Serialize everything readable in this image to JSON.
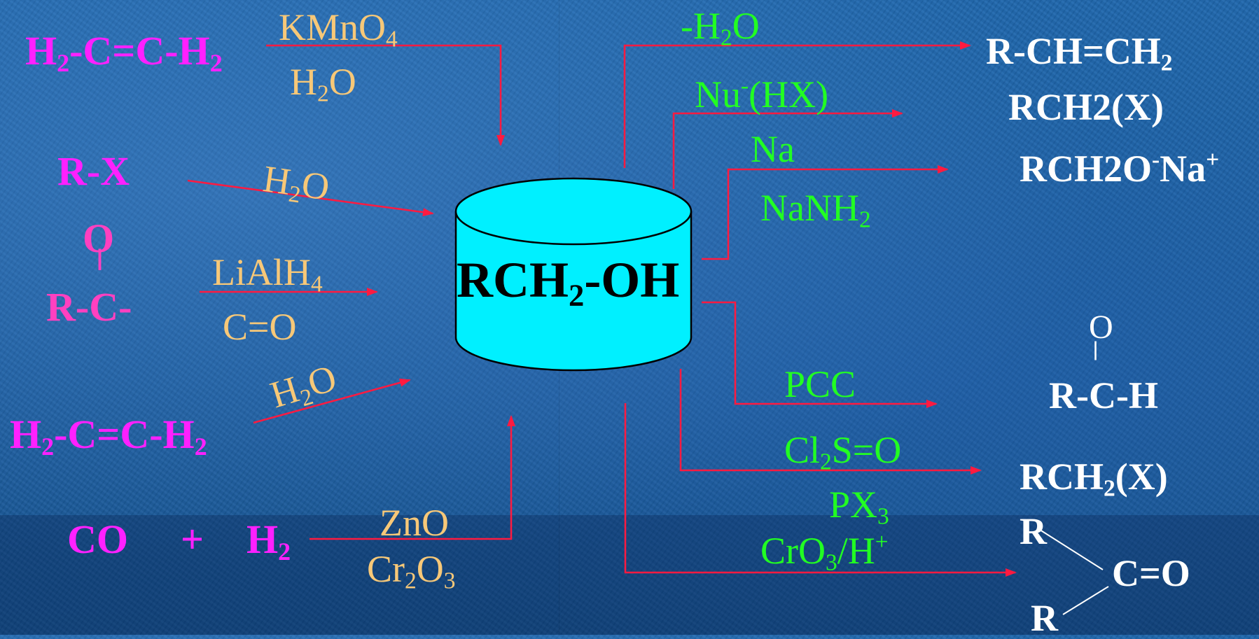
{
  "reactants": {
    "ethylene_1": {
      "a": "H",
      "s1": "2",
      "b": "-C=C-H",
      "s2": "2"
    },
    "rx": "R-X",
    "carbonyl_o": "O",
    "carbonyl_bond": "||",
    "carbonyl_rc": "R-C-",
    "ethylene_2": {
      "a": "H",
      "s1": "2",
      "b": "-C=C-H",
      "s2": "2"
    },
    "co": "CO",
    "plus": "+",
    "h2": {
      "a": "H",
      "s": "2"
    }
  },
  "reagents_in": {
    "kmno4": {
      "a": "KMnO",
      "s": "4"
    },
    "h2o_1": {
      "a": "H",
      "s": "2",
      "b": "O"
    },
    "h2o_2": {
      "a": "H",
      "s": "2",
      "b": "O"
    },
    "lialh4": {
      "a": "LiAlH",
      "s": "4"
    },
    "co_label": "C=O",
    "h2o_3": {
      "a": "H",
      "s": "2",
      "b": "O"
    },
    "zno": "ZnO",
    "cr2o3": {
      "a": "Cr",
      "s1": "2",
      "b": "O",
      "s2": "3"
    }
  },
  "center": {
    "a": "RCH",
    "s": "2",
    "b": "-OH"
  },
  "reagents_out": {
    "dehydration": {
      "a": "-H",
      "s": "2",
      "b": "O"
    },
    "nu_hx": {
      "a": "Nu",
      "sup": "-",
      "b": "(HX)"
    },
    "na": "Na",
    "nanh2": {
      "a": "NaNH",
      "s": "2"
    },
    "pcc": "PCC",
    "cl2so": {
      "a": "Cl",
      "s": "2",
      "b": "S=O"
    },
    "px3": {
      "a": "PX",
      "s": "3"
    },
    "cro3": {
      "a": "CrO",
      "s": "3",
      "b": "/H",
      "sup": "+"
    }
  },
  "products": {
    "alkene": {
      "a": "R-CH=CH",
      "s": "2"
    },
    "halide_1": "RCH2(X)",
    "alkoxide": {
      "a": "RCH2O",
      "sup1": "-",
      "b": "Na",
      "sup2": "+"
    },
    "aldehyde_o": "O",
    "aldehyde_bond": "||",
    "aldehyde_rch": "R-C-H",
    "halide_2": {
      "a": "RCH",
      "s": "2",
      "b": "(X)"
    },
    "ketone_r1": "R",
    "ketone_co": "C=O",
    "ketone_r2": "R"
  },
  "colors": {
    "arrow": "#ff1a40",
    "cylinder": "#00f0ff",
    "reactant": "#ff20ff",
    "reagent_in": "#f7c878",
    "reagent_out": "#22ff22",
    "product": "#ffffff"
  }
}
